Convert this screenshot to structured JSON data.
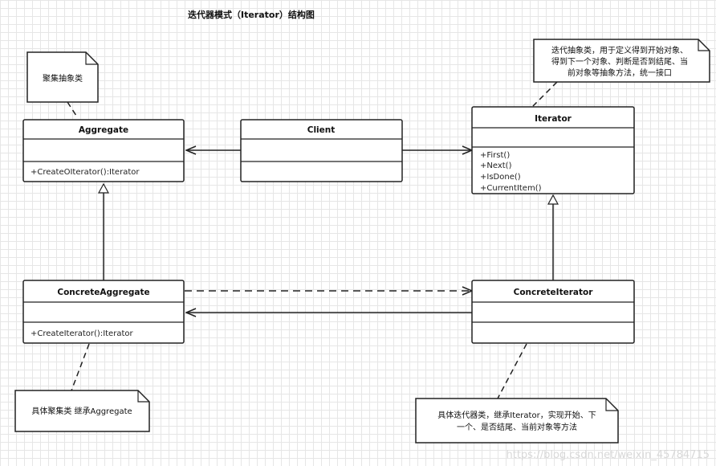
{
  "diagram": {
    "title": "迭代器模式（Iterator）结构图",
    "classes": {
      "aggregate": {
        "name": "Aggregate",
        "operations": [
          "+CreateOIterator():Iterator"
        ]
      },
      "client": {
        "name": "Client",
        "operations": []
      },
      "iterator": {
        "name": "Iterator",
        "operations": [
          "+First()",
          "+Next()",
          "+IsDone()",
          "+CurrentItem()"
        ]
      },
      "concrete_aggregate": {
        "name": "ConcreteAggregate",
        "operations": [
          "+CreateIterator():Iterator"
        ]
      },
      "concrete_iterator": {
        "name": "ConcreteIterator",
        "operations": []
      }
    },
    "notes": {
      "aggregate_note": [
        "聚集抽象类"
      ],
      "iterator_note": [
        "迭代抽象类，用于定义得到开始对象、",
        "得到下一个对象、判断是否到结尾、当",
        "前对象等抽象方法，统一接口"
      ],
      "concrete_aggregate_note": [
        "具体聚集类 继承Aggregate"
      ],
      "concrete_iterator_note": [
        "具体迭代器类，继承Iterator，实现开始、下",
        "一个、是否结尾、当前对象等方法"
      ]
    },
    "watermark": "https://blog.csdn.net/weixin_45784715"
  }
}
